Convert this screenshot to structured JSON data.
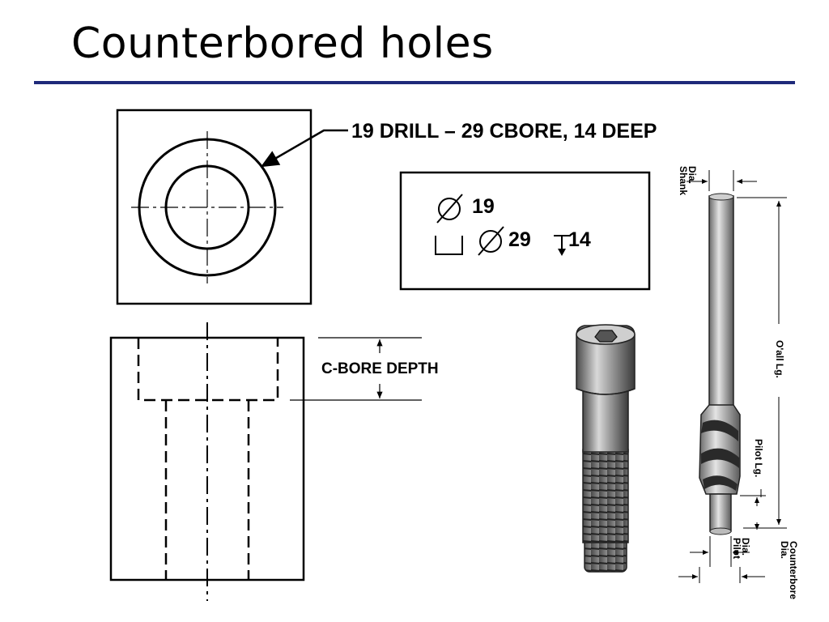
{
  "slide": {
    "title": "Counterbored holes"
  },
  "callout": {
    "text": "19 DRILL – 29 CBORE, 14 DEEP"
  },
  "symbol_note": {
    "drill_value": "19",
    "cbore_value": "29",
    "depth_value": "14"
  },
  "section_view": {
    "depth_label": "C-BORE DEPTH"
  },
  "tool_figure": {
    "shank_dia": [
      "Shank",
      "Dia."
    ],
    "overall_length": "O'all Lg.",
    "pilot_length": "Pilot Lg.",
    "pilot_dia": [
      "Pilot",
      "Dia."
    ],
    "counterbore_dia": [
      "Counterbore",
      "Dia."
    ]
  },
  "colors": {
    "title_rule": "#1f2a7a",
    "line": "#000000"
  }
}
